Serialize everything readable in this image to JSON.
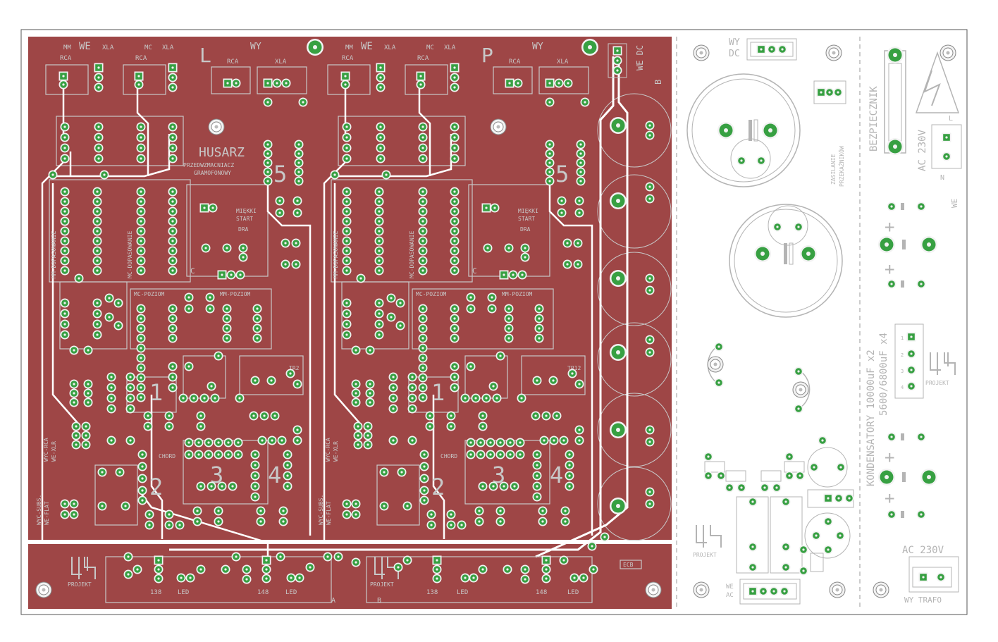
{
  "colors": {
    "board_bg": "#ffffff",
    "copper": "#9e4646",
    "silk": "#c8c8c8",
    "trace_outline": "#ffffff",
    "pad": "#37a042",
    "pad_ring": "#f2f2f2",
    "power_silk": "#b4b4b4"
  },
  "left_board": {
    "channels": [
      {
        "letter": "L",
        "we": "WE",
        "wy": "WY",
        "mm": "MM",
        "mc": "MC",
        "xla": "XLA",
        "xla2": "XLA",
        "rca": "RCA",
        "rca2": "RCA",
        "wy_rca": "RCA",
        "wy_xla": "XLA",
        "mm_dop": "MM-DOPASOWANIE",
        "mc_dop": "MC-DOPASOWANIE",
        "mc_poz": "MC-POZIOM",
        "mm_poz": "MM-POZIOM",
        "miekki": "MIĘKKI",
        "start": "START",
        "dra": "DRA",
        "n1": "1",
        "n2": "2",
        "n3": "3",
        "n4": "4",
        "n5": "5",
        "c": "C",
        "tr2": "TR2",
        "wyc_rca": "WYC-RCA",
        "we_xlr": "WE-XLR",
        "wyc_subs": "WYC-SUBS.",
        "we_flat": "WE-FLAT",
        "chord": "CHORD",
        "logo1": "HUSARZ",
        "logo2": "PRZEDWZMACNIACZ",
        "logo3": "GRAMOFONOWY"
      },
      {
        "letter": "P",
        "we": "WE",
        "wy": "WY",
        "mm": "MM",
        "mc": "MC",
        "xla": "XLA",
        "xla2": "XLA",
        "rca": "RCA",
        "rca2": "RCA",
        "wy_rca": "RCA",
        "wy_xla": "XLA",
        "mm_dop": "MM-DOPASOWANIE",
        "mc_dop": "MC-DOPASOWANIE",
        "mc_poz": "MC-POZIOM",
        "mm_poz": "MM-POZIOM",
        "miekki": "MIĘKKI",
        "start": "START",
        "dra": "DRA",
        "n1": "1",
        "n2": "2",
        "n3": "3",
        "n4": "4",
        "n5": "5",
        "c": "C",
        "tr2": "TR12",
        "wyc_rca": "WYC-RCA",
        "we_xlr": "WE-XLR",
        "wyc_subs": "WYC-SUBS.",
        "we_flat": "WE-FLAT",
        "chord": "CHORD",
        "logo1": "",
        "logo2": "",
        "logo3": ""
      }
    ],
    "we_dc": "WE DC",
    "b_label": "B",
    "bottom": {
      "projekt": "PROJEKT",
      "n138": "138",
      "n148": "148",
      "led": "LED",
      "ecb": "ECB",
      "sec_a": "A",
      "sec_b": "B"
    }
  },
  "right_board": {
    "wy": "WY",
    "dc": "DC",
    "zasilanie": "ZASILANIE",
    "przekaznikow": "PRZEKAŹNIKÓW",
    "bezpiecznik": "BEZPIECZNIK",
    "ac230_v": "AC 230V",
    "we": "WE",
    "l": "L",
    "n": "N",
    "kond_line1": "KONDENSATORY 10000uF x2",
    "kond_line2": "5600/6800uF x4",
    "projekt": "PROJEKT",
    "we_ac_1": "WE",
    "we_ac_2": "AC",
    "ac_trafo": "AC 230V",
    "wy_trafo": "WY TRAFO",
    "p1": "1",
    "p2": "2",
    "p3": "3",
    "p4": "4"
  }
}
